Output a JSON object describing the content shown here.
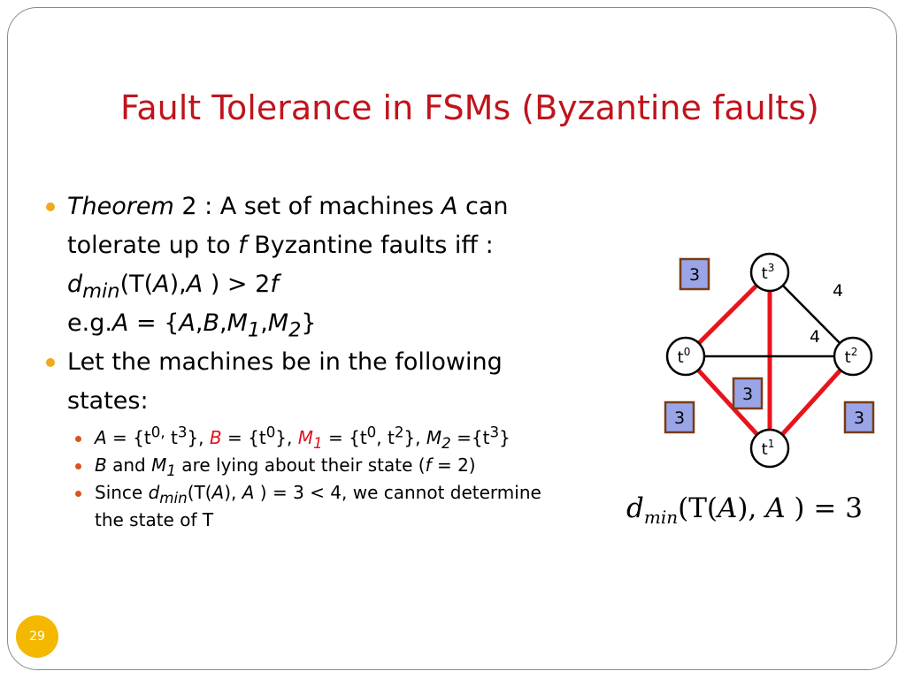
{
  "slide": {
    "title": "Fault Tolerance in FSMs (Byzantine faults)",
    "page_number": "29"
  },
  "theorem": {
    "name": "Theorem",
    "number": " 2 : A set of machines ",
    "set_symbol": "A",
    "line1_end": " can",
    "line2_a": "tolerate up to ",
    "f": "f",
    "line2_b": " Byzantine faults iff  :",
    "d": "d",
    "min": "min",
    "t_open": "(T(",
    "comma": "),",
    "cond_end": " ) > 2",
    "eg_label": "e.g.",
    "eg_eq": " = {",
    "eg_A": "A",
    "eg_c1": ",",
    "eg_B": "B",
    "eg_c2": ",",
    "eg_M": "M",
    "eg_1": "1",
    "eg_c3": ",",
    "eg_M2": "M",
    "eg_2": "2",
    "eg_close": "}"
  },
  "bullet2": {
    "text_line1": "Let the machines be in the following",
    "text_line2": "states:"
  },
  "states": {
    "A": "A",
    "A_eq": " = {t",
    "A_s0": "0,",
    "A_mid": " t",
    "A_s3": "3",
    "A_end": "}, ",
    "B": "B",
    "B_eq": " = {t",
    "B_s0": "0",
    "B_end": "}, ",
    "M": "M",
    "M_sub": "1",
    "M_eq": " = {t",
    "M_s0": "0",
    "M_mid": ", t",
    "M_s2": "2",
    "M_end": "}, ",
    "M2": "M",
    "M2_sub": "2",
    "M2_eq": " ={t",
    "M2_s3": "3",
    "M2_end": "}"
  },
  "lying": {
    "B": "B",
    "and": " and ",
    "M": "M",
    "M_sub": "1",
    "text": " are lying about their state (",
    "f": "f",
    "end": " = 2)"
  },
  "since": {
    "start": "Since ",
    "d": "d",
    "min": "min",
    "t_open": "(T(",
    "A": "A",
    "comma": "), ",
    "A2": "A",
    "end": " ) = 3 < 4, we cannot  determine",
    "line2": "the state of T"
  },
  "graph": {
    "nodes": [
      {
        "id": "t0",
        "label": "t",
        "sup": "0"
      },
      {
        "id": "t1",
        "label": "t",
        "sup": "1"
      },
      {
        "id": "t2",
        "label": "t",
        "sup": "2"
      },
      {
        "id": "t3",
        "label": "t",
        "sup": "3"
      }
    ],
    "edges": [
      {
        "from": "t0",
        "to": "t3",
        "weight": "3",
        "highlight": true
      },
      {
        "from": "t0",
        "to": "t1",
        "weight": "3",
        "highlight": true
      },
      {
        "from": "t1",
        "to": "t3",
        "weight": "3",
        "highlight": true
      },
      {
        "from": "t1",
        "to": "t2",
        "weight": "3",
        "highlight": true
      },
      {
        "from": "t0",
        "to": "t2",
        "weight": "4",
        "highlight": false
      },
      {
        "from": "t3",
        "to": "t2",
        "weight": "4",
        "highlight": false
      }
    ],
    "colors": {
      "highlight_edge": "#e8141c",
      "normal_edge": "#000000",
      "weight_box_fill": "#9aa5e8",
      "weight_box_border": "#7a3b14"
    }
  },
  "formula": {
    "d": "d",
    "min": "min",
    "t_open": "(T(",
    "A": "A",
    "comma": "), ",
    "A2": "A",
    "end": " ) = 3"
  }
}
